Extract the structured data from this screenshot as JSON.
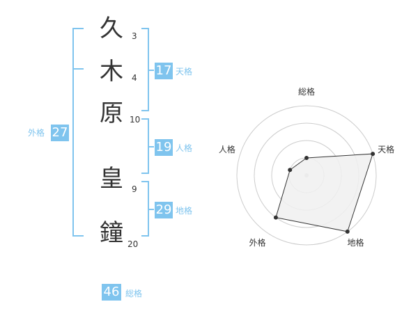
{
  "name": {
    "characters": [
      {
        "char": "久",
        "strokes": "3"
      },
      {
        "char": "木",
        "strokes": "4"
      },
      {
        "char": "原",
        "strokes": "10"
      },
      {
        "char": "皇",
        "strokes": "9"
      },
      {
        "char": "鐘",
        "strokes": "20"
      }
    ]
  },
  "scores": {
    "tenkaku": {
      "value": "17",
      "label": "天格"
    },
    "jinkaku": {
      "value": "19",
      "label": "人格"
    },
    "chikaku": {
      "value": "29",
      "label": "地格"
    },
    "gaikaku": {
      "value": "27",
      "label": "外格"
    },
    "soukaku": {
      "value": "46",
      "label": "総格"
    }
  },
  "chart_data": {
    "type": "radar",
    "axes": [
      "総格",
      "天格",
      "地格",
      "外格",
      "人格"
    ],
    "values": [
      1,
      4,
      4,
      3,
      1
    ],
    "max": 4,
    "rings": 4,
    "colors": {
      "ring": "#cccccc",
      "fill": "#f0f0f0",
      "line": "#333333",
      "point": "#333333",
      "center": "#cccccc"
    }
  }
}
